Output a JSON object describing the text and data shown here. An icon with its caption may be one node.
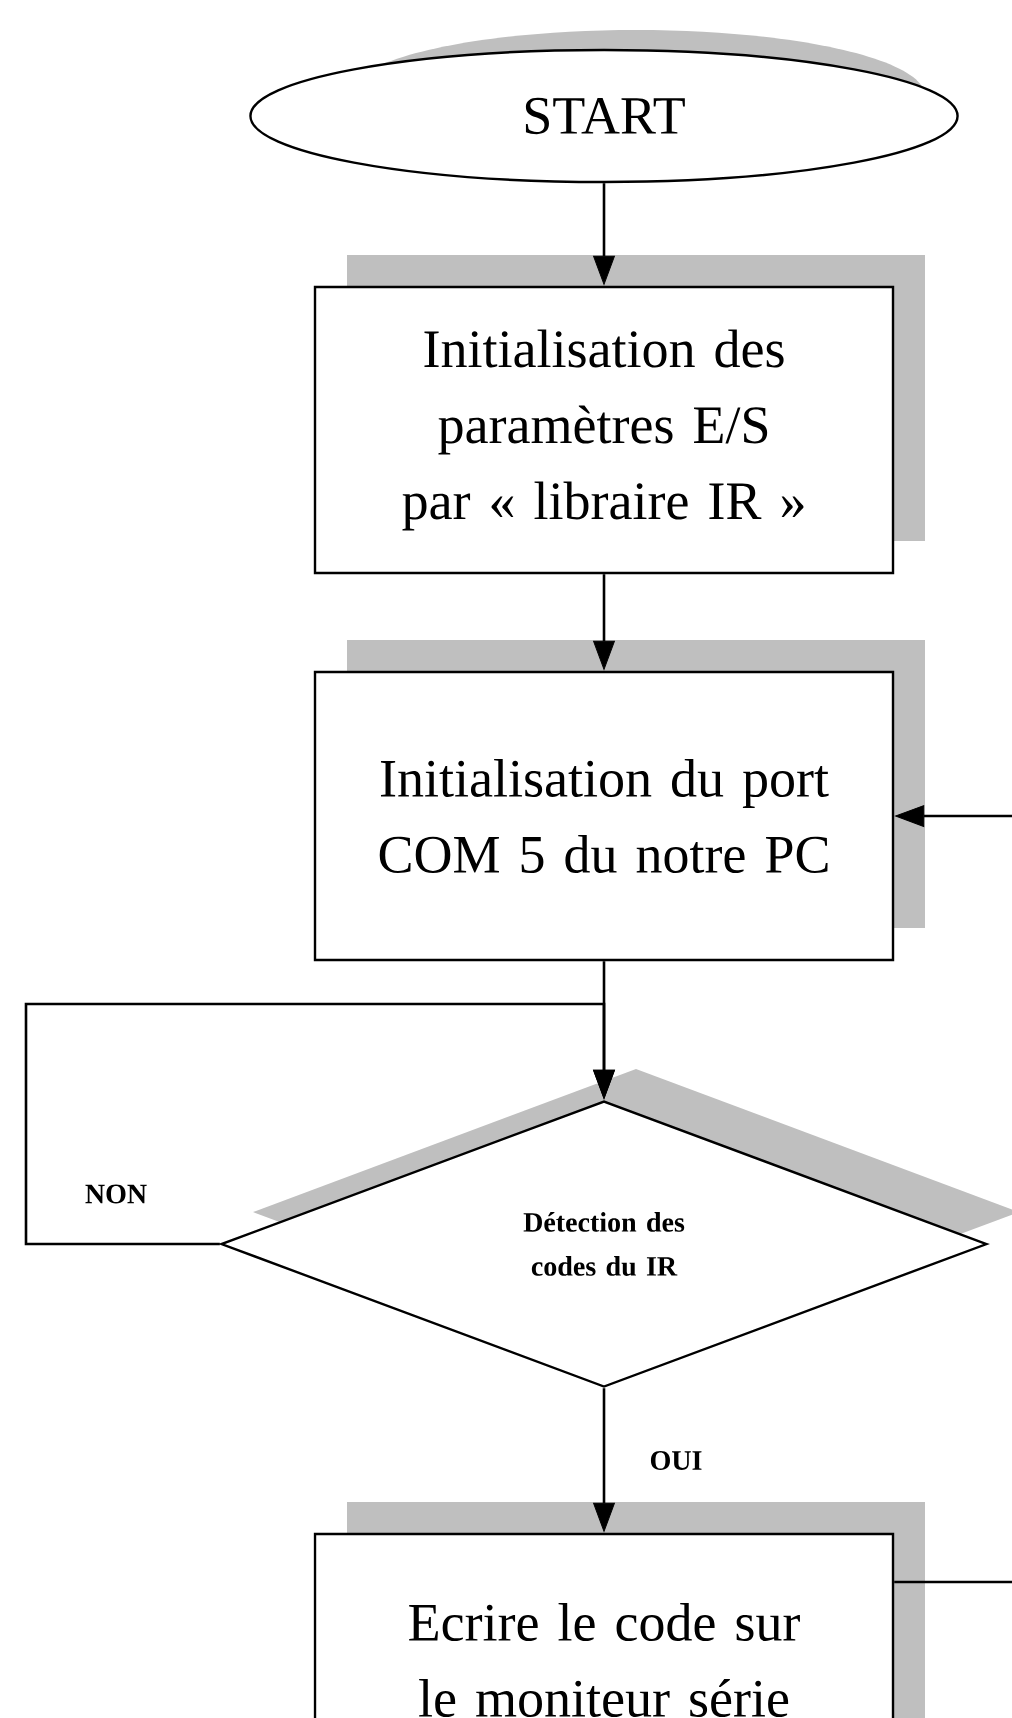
{
  "diagram": {
    "nodes": [
      {
        "text": [
          "START"
        ]
      },
      {
        "text": [
          "Initialisation des paramètres E/S par « libraire IR »"
        ]
      },
      {
        "text": [
          "Initialisation du port COM 5 du notre PC"
        ]
      },
      {
        "text": [
          "Détection des codes du IR"
        ]
      },
      {
        "text": [
          "Ecrire le code sur le moniteur série"
        ]
      }
    ],
    "edges": [
      {
        "from": 0,
        "to": 1,
        "arrow": "to"
      },
      {
        "from": 1,
        "to": 2,
        "arrow": "to"
      },
      {
        "from": null,
        "to": 2,
        "arrow": "to"
      },
      {
        "from": 2,
        "to": 3,
        "arrow": "to"
      },
      {
        "from": 3,
        "to": 3,
        "label": "NON",
        "arrow": "to"
      },
      {
        "from": 3,
        "to": 4,
        "label": "OUI",
        "arrow": "to"
      },
      {
        "from": 4,
        "to": null,
        "arrow": "none"
      }
    ]
  }
}
